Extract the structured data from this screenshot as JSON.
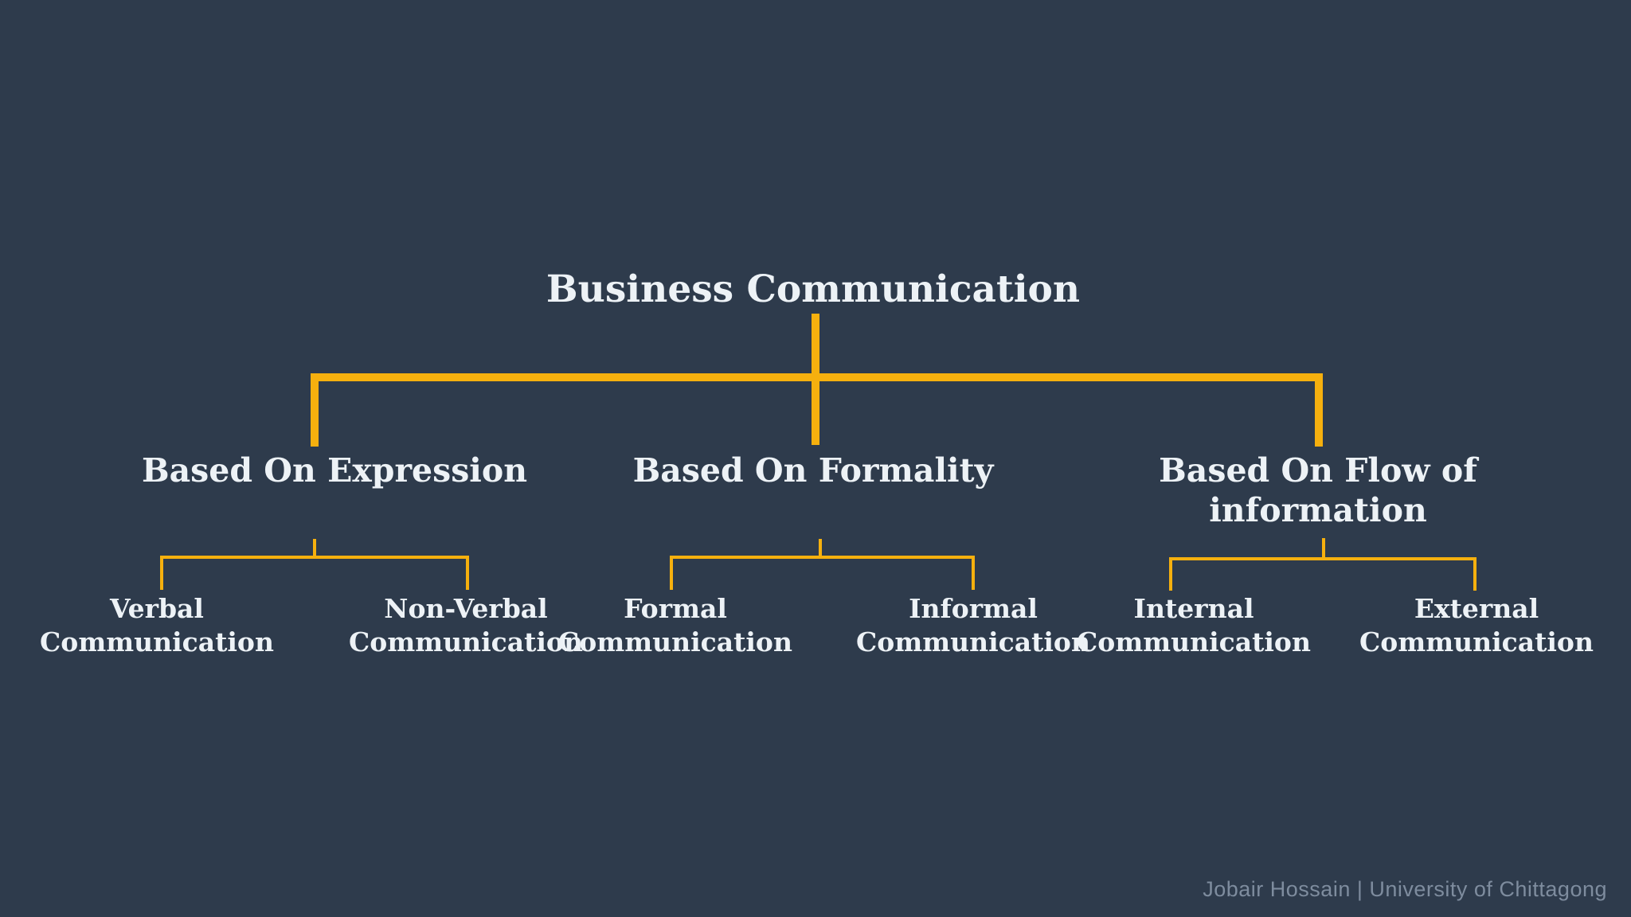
{
  "colors": {
    "background": "#2e3b4c",
    "accent": "#f6b00e",
    "text": "#edf2f6",
    "credit": "#7e8c9e"
  },
  "diagram": {
    "root": "Business Communication",
    "branches": [
      {
        "label": "Based On Expression",
        "children": [
          {
            "label": "Verbal Communication"
          },
          {
            "label": "Non-Verbal Communication"
          }
        ]
      },
      {
        "label": "Based On Formality",
        "children": [
          {
            "label": "Formal Communication"
          },
          {
            "label": "Informal Communication"
          }
        ]
      },
      {
        "label": "Based On Flow of information",
        "children": [
          {
            "label": "Internal Communication"
          },
          {
            "label": "External Communication"
          }
        ]
      }
    ]
  },
  "footer": {
    "credit": "Jobair Hossain | University of Chittagong"
  }
}
